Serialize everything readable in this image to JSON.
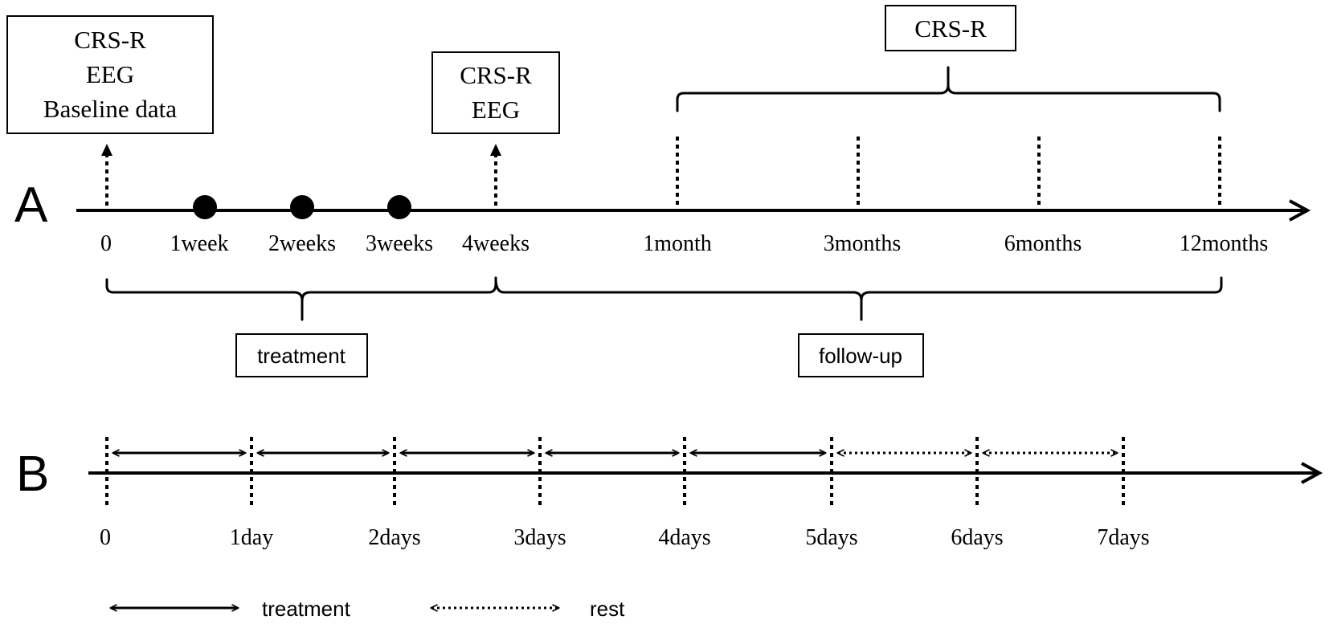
{
  "panel_a": {
    "label": "A",
    "baseline_box": [
      "CRS-R",
      "EEG",
      "Baseline data"
    ],
    "week4_box": [
      "CRS-R",
      "EEG"
    ],
    "followup_box": "CRS-R",
    "ticks": [
      "0",
      "1week",
      "2weeks",
      "3weeks",
      "4weeks",
      "1month",
      "3months",
      "6months",
      "12months"
    ],
    "treatment_label": "treatment",
    "followup_label": "follow-up"
  },
  "panel_b": {
    "label": "B",
    "ticks": [
      "0",
      "1day",
      "2days",
      "3days",
      "4days",
      "5days",
      "6days",
      "7days"
    ],
    "segments": [
      "treatment",
      "treatment",
      "treatment",
      "treatment",
      "treatment",
      "rest",
      "rest"
    ]
  },
  "legend": {
    "treatment": "treatment",
    "rest": "rest"
  }
}
